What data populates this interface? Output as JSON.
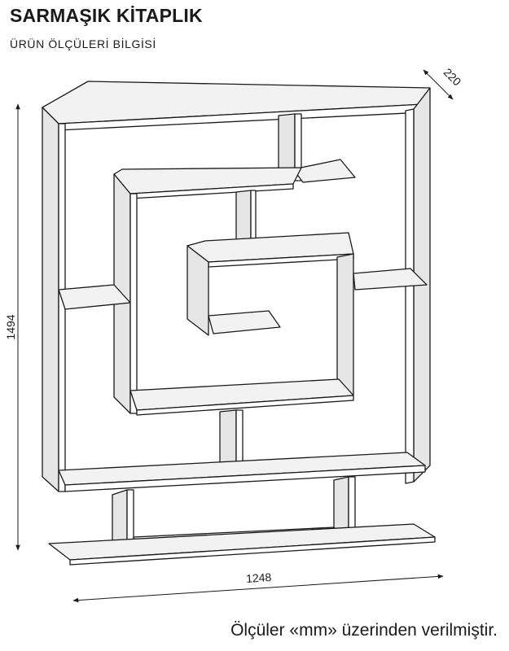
{
  "header": {
    "title": "SARMAŞIK KİTAPLIK",
    "subtitle": "ÜRÜN ÖLÇÜLERİ BİLGİSİ"
  },
  "dimensions": {
    "height": "1494",
    "width": "1248",
    "depth": "220"
  },
  "footer": {
    "note": "Ölçüler «mm» üzerinden verilmiştir."
  },
  "colors": {
    "line": "#1a1a1a",
    "panel_front": "#ffffff",
    "panel_side": "#e6e6e6",
    "panel_top": "#f2f2f2"
  }
}
